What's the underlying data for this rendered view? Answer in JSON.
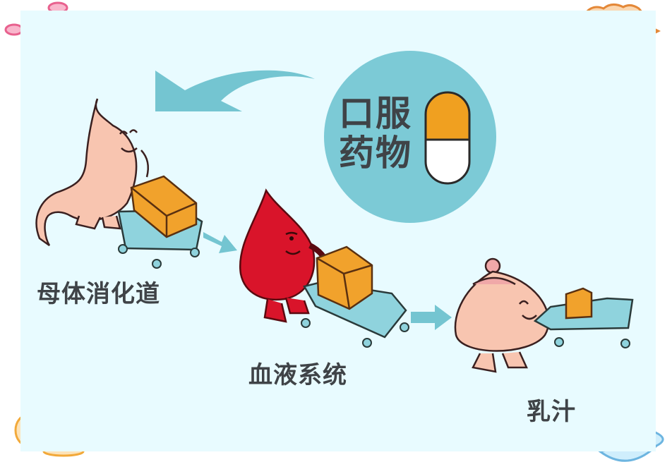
{
  "diagram": {
    "title_badge": {
      "line1": "口服",
      "line2": "药物",
      "icon": "capsule-icon"
    },
    "stages": [
      {
        "label": "母体消化道",
        "character": "stomach-character"
      },
      {
        "label": "血液系统",
        "character": "blood-drop-character"
      },
      {
        "label": "乳汁",
        "character": "breast-character"
      }
    ],
    "flow": [
      "口服药物",
      "母体消化道",
      "血液系统",
      "乳汁"
    ],
    "colors": {
      "panel_bg": "#e8fbff",
      "circle_teal": "#7ccad6",
      "arrow_teal": "#74c5d1",
      "text_dark": "#3f4347",
      "capsule_orange": "#f0a020",
      "blood_red": "#d9142a",
      "skin_pink": "#f8c5b0",
      "cart_blue": "#8fd3dd",
      "box_orange": "#f1a22c"
    }
  }
}
